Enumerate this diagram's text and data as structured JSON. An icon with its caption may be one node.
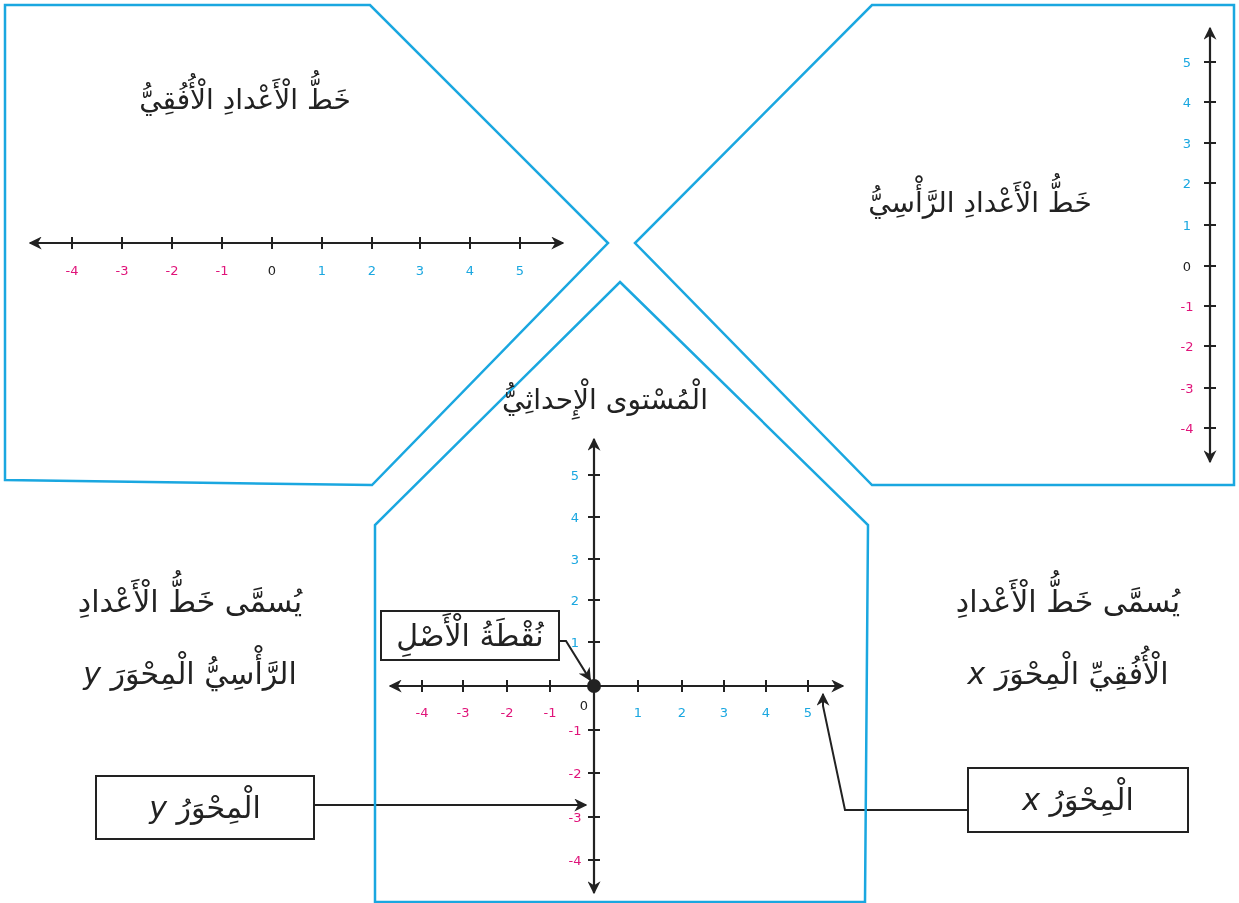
{
  "diagram": {
    "nodes": [
      {
        "text": [
          "خَطُّ الْأَعْدادِ الْأُفُقِيُّ"
        ]
      },
      {
        "text": [
          "خَطُّ الْأَعْدادِ الرَّأْسِيُّ"
        ]
      },
      {
        "text": [
          "الْمُسْتوى الْإِحداثِيُّ"
        ]
      },
      {
        "text": [
          "نُقْطَةُ الْأَصْلِ"
        ],
        "in": 2
      },
      {
        "text": [],
        "shape": "circle"
      },
      {
        "text": [
          "الْمِحْوَرُ *y*"
        ]
      },
      {
        "text": [
          "الْمِحْوَرُ *x*"
        ]
      },
      {
        "text": [],
        "shape": "line",
        "in": 2
      },
      {
        "text": [],
        "shape": "line",
        "in": 2
      }
    ],
    "edges": [
      {
        "from": 3,
        "to": 4,
        "arrow": "to"
      },
      {
        "from": 5,
        "to": 7,
        "arrow": "to"
      },
      {
        "from": 6,
        "to": 8,
        "arrow": "to"
      }
    ],
    "labels": [
      "-4",
      "-3",
      "-2",
      "-1",
      "0",
      "1",
      "2",
      "3",
      "4",
      "5",
      "5",
      "4",
      "3",
      "2",
      "1",
      "0",
      "-1",
      "-2",
      "-3",
      "-4",
      "يُسمَّى خَطُّ الْأَعْدادِ الرَّأْسِيُّ الْمِحْوَرَ *y*",
      "يُسمَّى خَطُّ الْأَعْدادِ الْأُفُقِيِّ الْمِحْوَرَ *x*",
      "5",
      "4",
      "3",
      "2",
      "1",
      "-4",
      "-3",
      "-2",
      "-1",
      "0",
      "1",
      "2",
      "3",
      "4",
      "5",
      "-1",
      "-2",
      "-3",
      "-4"
    ]
  }
}
